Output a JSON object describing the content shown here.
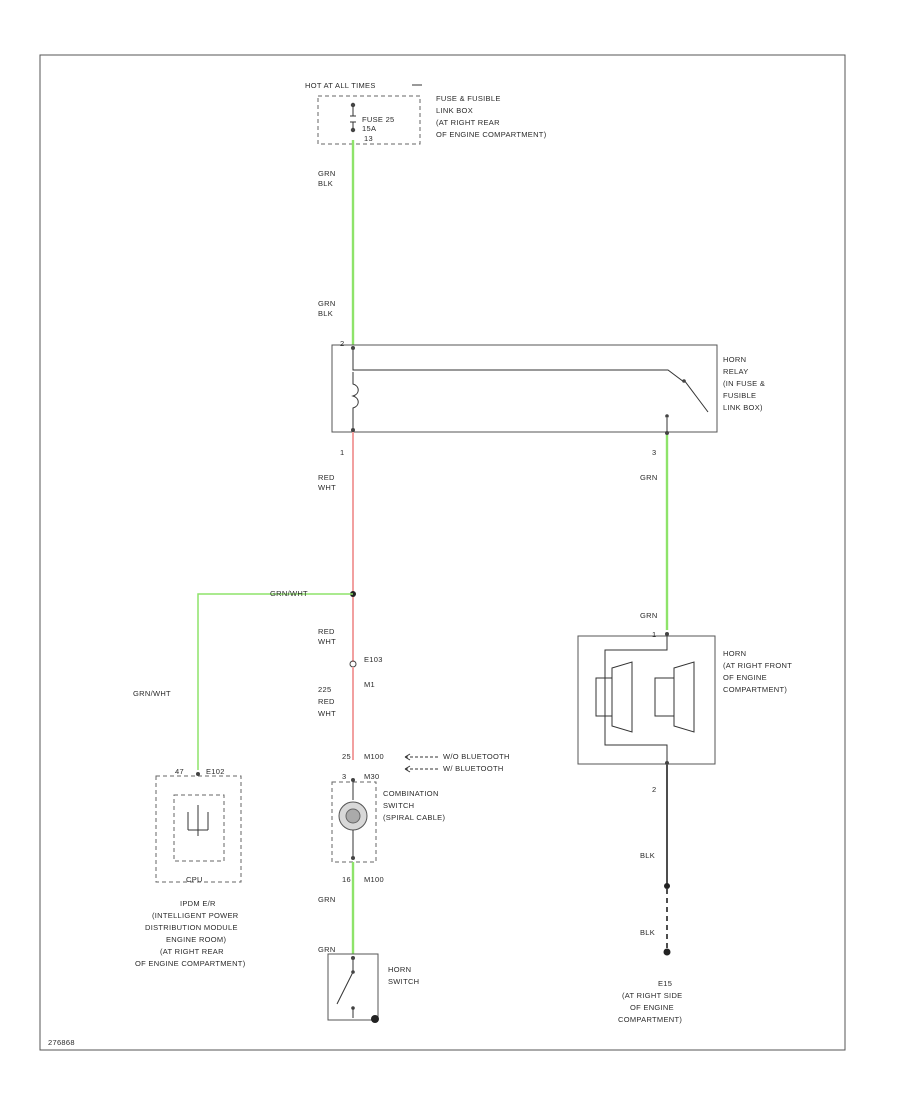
{
  "colors": {
    "wire_green": "#8ee36a",
    "wire_red": "#f2a0a0",
    "wire_black": "#222222",
    "frame": "#555555"
  },
  "power": {
    "header": "HOT AT ALL TIMES",
    "fuse_label_1": "FUSE 25",
    "fuse_label_2": "15A",
    "fuse_pin": "13",
    "location_1": "FUSE & FUSIBLE",
    "location_2": "LINK BOX",
    "location_3": "(AT RIGHT REAR",
    "location_4": "OF ENGINE COMPARTMENT)"
  },
  "wire_labels": {
    "grn_blk_1a": "GRN",
    "grn_blk_1b": "BLK",
    "grn_blk_2a": "GRN",
    "grn_blk_2b": "BLK",
    "red_wht_1a": "RED",
    "red_wht_1b": "WHT",
    "red_wht_2a": "RED",
    "red_wht_2b": "WHT",
    "grn_wht_h": "GRN/WHT",
    "grn_wht_v": "GRN/WHT",
    "red_wht_3a": "RED",
    "red_wht_3b": "WHT",
    "grn_relay": "GRN",
    "grn_horn": "GRN",
    "grn_lower_a": "GRN",
    "blk_1": "BLK",
    "blk_2": "BLK"
  },
  "pins": {
    "relay_in": "2",
    "relay_out": "1",
    "relay_sw": "3",
    "horn_in": "1",
    "horn_out": "2",
    "joint_1": "E103",
    "joint_2": "M1",
    "combo_pin_a": "25",
    "combo_conn_a": "M100",
    "combo_pin_b": "3",
    "combo_conn_b": "M30",
    "combo_pin_c": "16",
    "combo_conn_c": "M100",
    "ipdm_pin": "47",
    "ipdm_conn": "E102",
    "ipdm_pin_bottom": "CPU",
    "wire_225": "225"
  },
  "relay": {
    "label_1": "HORN",
    "label_2": "RELAY",
    "label_3": "(IN FUSE &",
    "label_4": "FUSIBLE",
    "label_5": "LINK BOX)"
  },
  "horn": {
    "label_1": "HORN",
    "label_2": "(AT RIGHT FRONT",
    "label_3": "OF ENGINE",
    "label_4": "COMPARTMENT)"
  },
  "bluetooth": {
    "without": "W/O BLUETOOTH",
    "with": "W/ BLUETOOTH"
  },
  "combination_switch": {
    "label_1": "COMBINATION",
    "label_2": "SWITCH",
    "label_3": "(SPIRAL CABLE)"
  },
  "horn_switch": {
    "label_1": "HORN",
    "label_2": "SWITCH"
  },
  "ipdm": {
    "label_1": "IPDM E/R",
    "label_2": "(INTELLIGENT POWER",
    "label_3": "DISTRIBUTION MODULE",
    "label_4": "ENGINE ROOM)",
    "label_5": "(AT RIGHT REAR",
    "label_6": "OF ENGINE COMPARTMENT)"
  },
  "ground": {
    "label_1": "E15",
    "label_2": "(AT RIGHT SIDE",
    "label_3": "OF ENGINE",
    "label_4": "COMPARTMENT)"
  },
  "footer": {
    "code": "276868"
  }
}
